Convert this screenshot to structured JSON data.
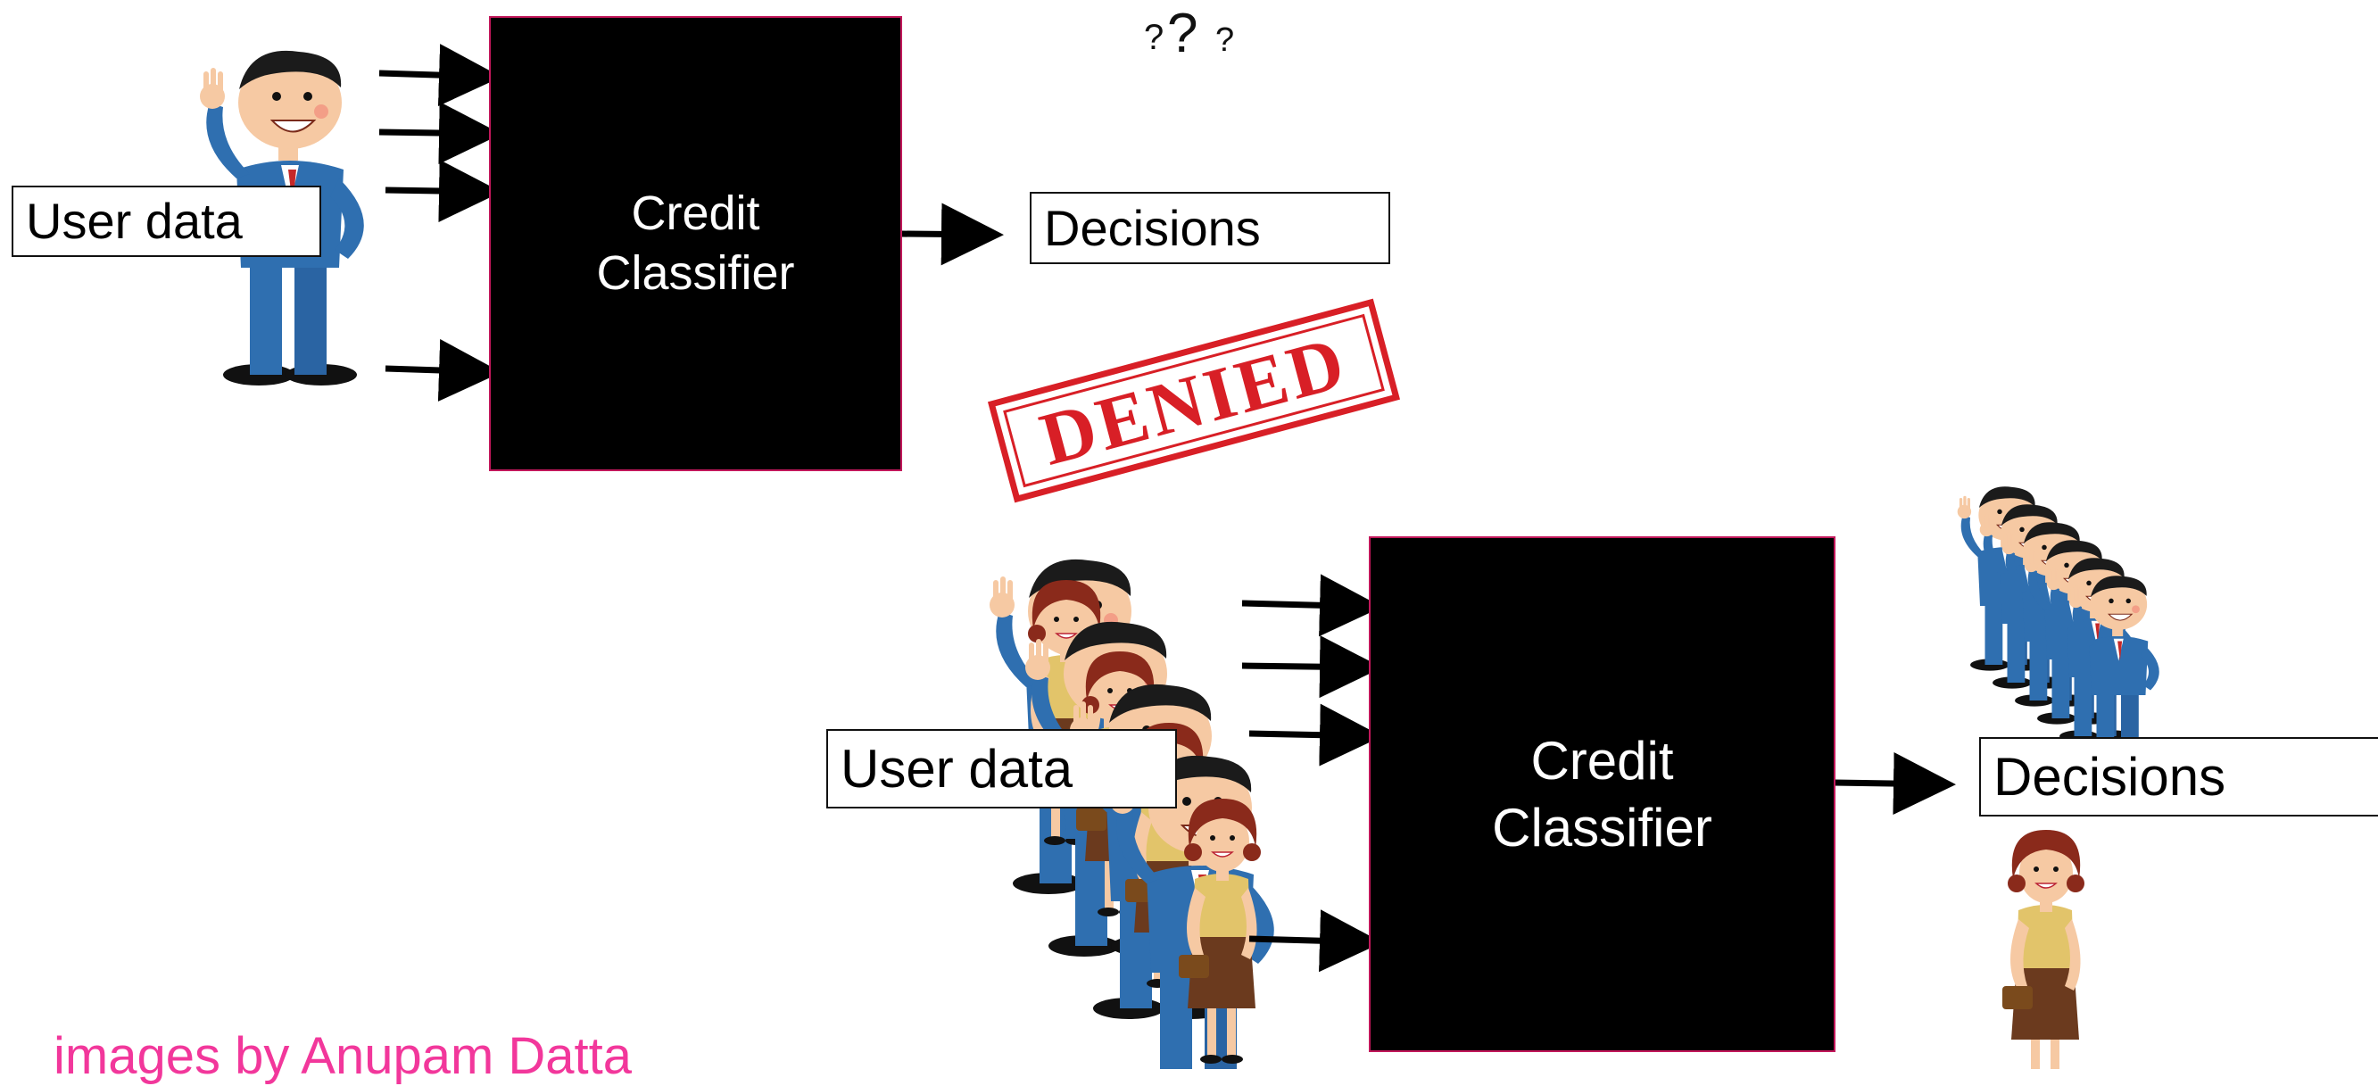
{
  "top_row": {
    "user_data_label": "User data",
    "classifier_line1": "Credit",
    "classifier_line2": "Classifier",
    "decisions_label": "Decisions",
    "question_marks": [
      "?",
      "?",
      "?"
    ],
    "denied_stamp": "DENIED"
  },
  "bottom_row": {
    "user_data_label": "User data",
    "classifier_line1": "Credit",
    "classifier_line2": "Classifier",
    "decisions_label": "Decisions"
  },
  "credit": {
    "text": "images by Anupam Datta"
  },
  "colors": {
    "classifier_fill": "#000000",
    "classifier_border": "#c2185b",
    "stamp_red": "#d81f26",
    "credit_pink": "#f2379b",
    "suit_blue": "#2f6fb0",
    "skin": "#f6c9a3",
    "hair_dark": "#1b1b1b",
    "hair_woman": "#8a2a1b",
    "blouse_yellow": "#e2c46a",
    "skirt_brown": "#6b3a1e"
  }
}
